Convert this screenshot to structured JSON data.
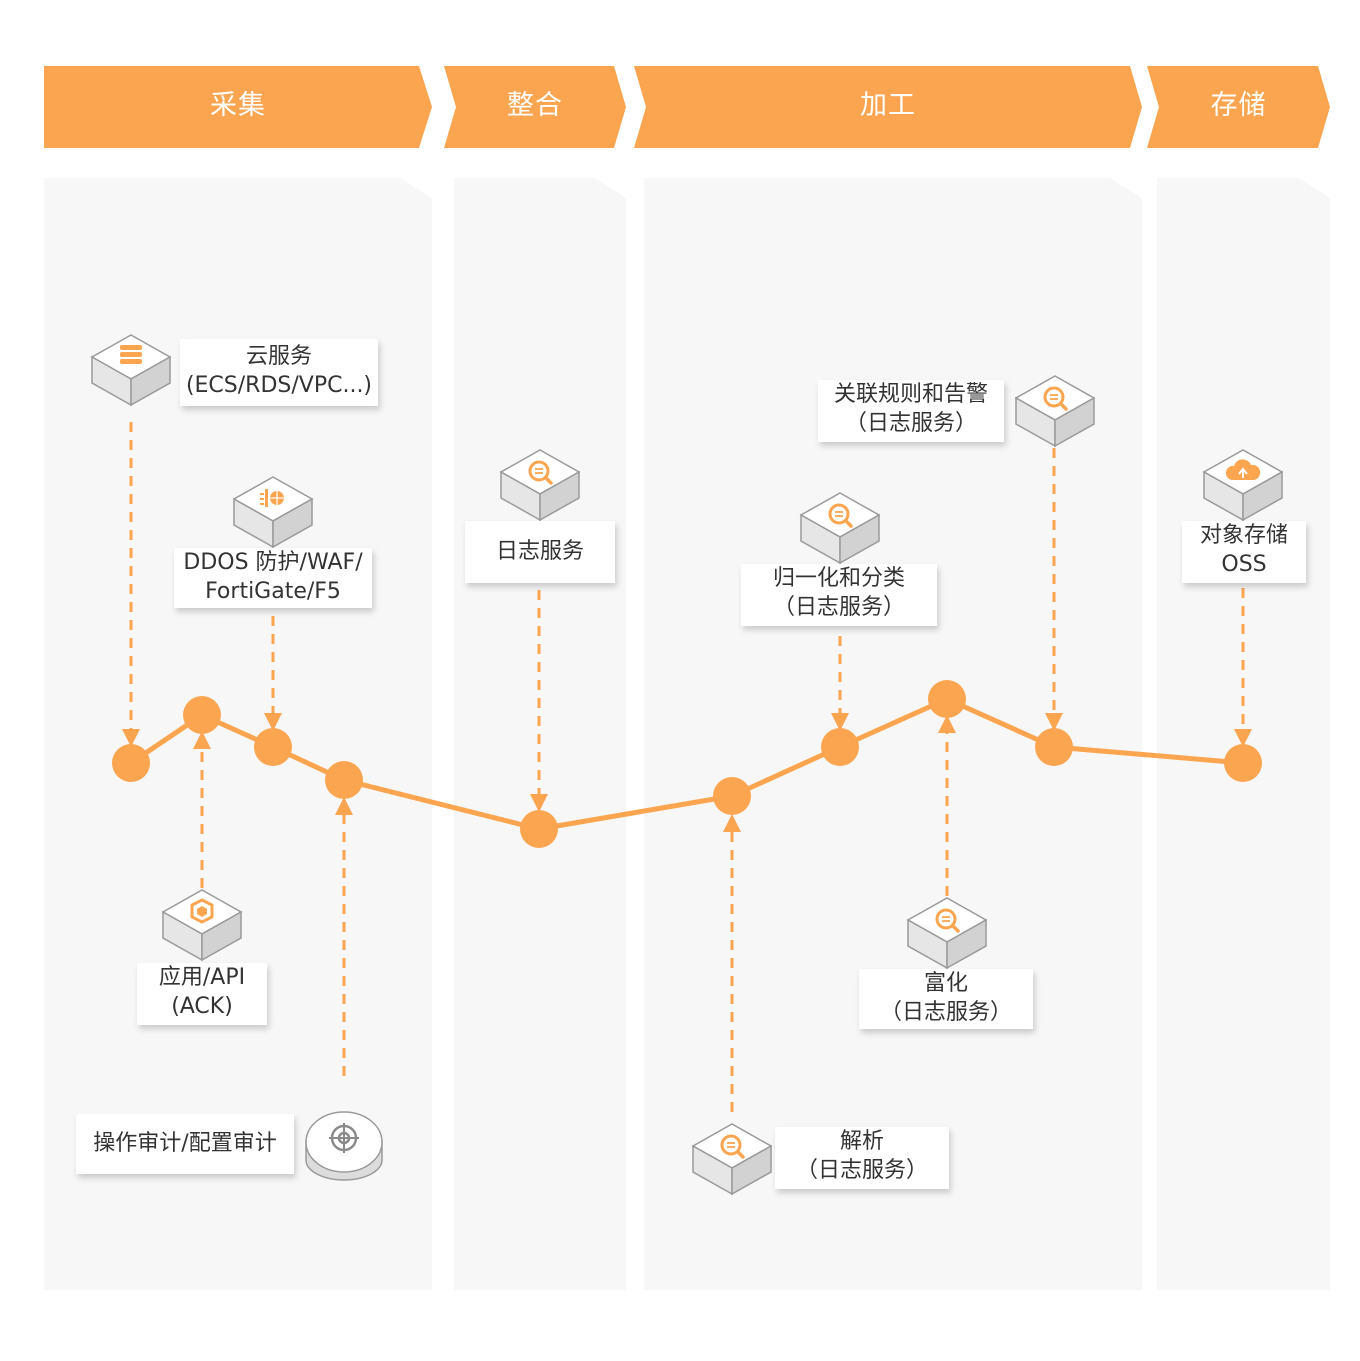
{
  "stages": [
    "采集",
    "整合",
    "加工",
    "存储"
  ],
  "nodes": {
    "cloud_service": {
      "line1": "云服务",
      "line2": "(ECS/RDS/VPC...)",
      "icon": "server-icon"
    },
    "ddos": {
      "line1": "DDOS 防护/WAF/",
      "line2": "FortiGate/F5",
      "icon": "firewall-icon"
    },
    "app_api": {
      "line1": "应用/API",
      "line2": "(ACK)",
      "icon": "container-icon"
    },
    "audit": {
      "line1": "操作审计/配置审计",
      "icon": "target-icon"
    },
    "log_service": {
      "line1": "日志服务",
      "icon": "log-search-icon"
    },
    "parse": {
      "line1": "解析",
      "line2": "（日志服务）",
      "icon": "log-search-icon"
    },
    "normalize": {
      "line1": "归一化和分类",
      "line2": "（日志服务）",
      "icon": "log-search-icon"
    },
    "enrich": {
      "line1": "富化",
      "line2": "（日志服务）",
      "icon": "log-search-icon"
    },
    "alert": {
      "line1": "关联规则和告警",
      "line2": "（日志服务）",
      "icon": "log-search-icon"
    },
    "oss": {
      "line1": "对象存储",
      "line2": "OSS",
      "icon": "cloud-storage-icon"
    }
  },
  "colors": {
    "accent": "#FBA550",
    "panel": "#F7F7F7",
    "text": "#333333"
  }
}
